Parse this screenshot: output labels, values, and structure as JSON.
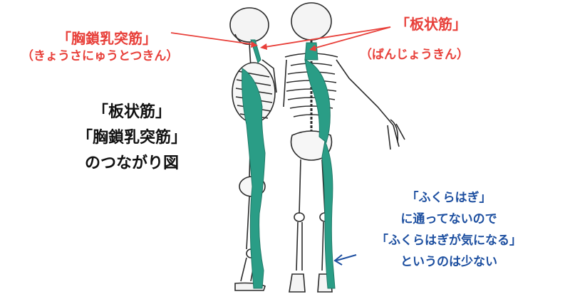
{
  "labels": {
    "left_title": "「胸鎖乳突筋」",
    "left_reading": "（きょうさにゅうとつきん）",
    "right_title": "「板状筋」",
    "right_reading": "（ばんじょうきん）"
  },
  "center_title": [
    "「板状筋」",
    "「胸鎖乳突筋」",
    "のつながり図"
  ],
  "note": [
    "「ふくらはぎ」",
    "に通ってないので",
    "「ふくらはぎが気になる」",
    "というのは少ない"
  ],
  "colors": {
    "label_red": "#e8403a",
    "note_blue": "#1d4fa0",
    "muscle_teal": "#2a9d86"
  }
}
